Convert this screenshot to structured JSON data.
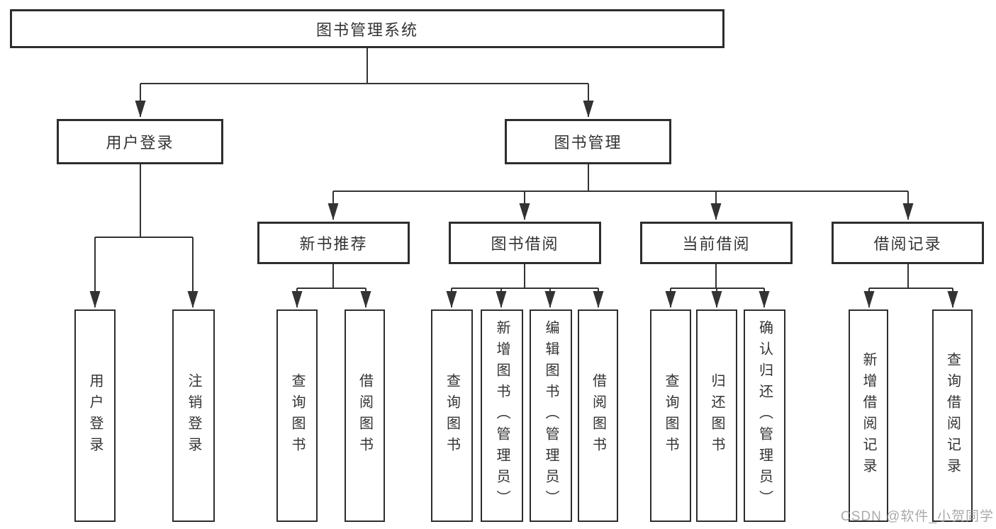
{
  "tree": {
    "root": "图书管理系统",
    "level2": [
      {
        "label": "用户登录",
        "leaves": [
          "用户登录",
          "注销登录"
        ]
      },
      {
        "label": "图书管理",
        "modules": [
          {
            "label": "新书推荐",
            "leaves": [
              "查询图书",
              "借阅图书"
            ]
          },
          {
            "label": "图书借阅",
            "leaves": [
              "查询图书",
              "新增图书（管理员）",
              "编辑图书（管理员）",
              "借阅图书"
            ]
          },
          {
            "label": "当前借阅",
            "leaves": [
              "查询图书",
              "归还图书",
              "确认归还（管理员）"
            ]
          },
          {
            "label": "借阅记录",
            "leaves": [
              "新增借阅记录",
              "查询借阅记录"
            ]
          }
        ]
      }
    ]
  },
  "watermark": "CSDN @软件_小贺同学",
  "colors": {
    "line": "#333333",
    "box_border": "#2d2d2d",
    "text": "#333333",
    "watermark_text": "#9c9c9c",
    "background": "#ffffff"
  }
}
